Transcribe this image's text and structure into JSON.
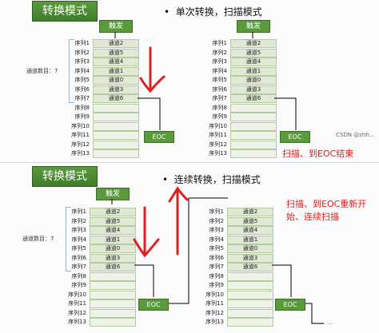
{
  "top": {
    "title": "转换模式",
    "bullet": "单次转换，扫描模式",
    "trigger": "触发",
    "count_label": "通道数目：7",
    "eoc": "EOC",
    "note": "扫描、到EOC结束",
    "watermark": "CSDN @zhh..."
  },
  "bottom": {
    "title": "转换模式",
    "bullet": "连续转换，扫描模式",
    "trigger": "触发",
    "count_label": "通道数目：7",
    "eoc": "EOC",
    "note_line1": "扫描、到EOC重新开",
    "note_line2": "始、连续扫描",
    "footer": "... ..."
  },
  "sequences": [
    "序列1",
    "序列2",
    "序列3",
    "序列4",
    "序列5",
    "序列6",
    "序列7",
    "序列8",
    "序列9",
    "序列10",
    "序列11",
    "序列12",
    "序列13"
  ],
  "channels": [
    "通道2",
    "通道5",
    "通道4",
    "通道1",
    "通道0",
    "通道3",
    "通道6",
    "",
    "",
    "",
    "",
    "",
    ""
  ],
  "colors": {
    "accent_green": "#5a9a3d",
    "arrow_red": "#e02020",
    "note_red": "#e02020"
  }
}
